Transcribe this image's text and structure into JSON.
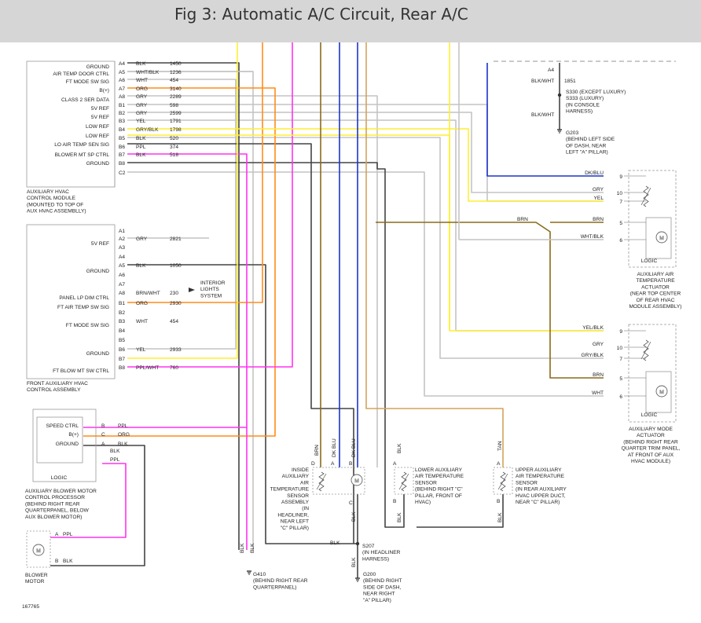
{
  "title": "Fig 3: Automatic A/C Circuit, Rear A/C",
  "figure_number": "167765",
  "colors": {
    "orange": "#ff8c1a",
    "magenta": "#ff33ee",
    "yellow": "#ffee33",
    "blue": "#1a33cc",
    "brown": "#8a6a1a",
    "gray": "#c4c4c4",
    "black": "#444444",
    "tan": "#d2a35a",
    "box": "#999999"
  },
  "modules": {
    "aux_hvac": {
      "caption": [
        "AUXILIARY HVAC",
        "CONTROL MODULE",
        "(MOUNTED TO TOP OF",
        "AUX HVAC ASSEMBLLY)"
      ],
      "labels": [
        "GROUND",
        "AIR TEMP DOOR CTRL",
        "FT MODE SW SIG",
        "B(+)",
        "CLASS 2 SER DATA",
        "5V REF",
        "5V REF",
        "LOW REF",
        "LOW REF",
        "LO AIR TEMP SEN SIG",
        "BLOWER MT SP CTRL",
        "GROUND"
      ],
      "pins": [
        "A4",
        "A5",
        "A6",
        "A7",
        "A8",
        "B1",
        "B2",
        "B3",
        "B4",
        "B5",
        "B6",
        "B7",
        "B8",
        "C2"
      ],
      "colors": [
        "BLK",
        "WHT/BLK",
        "WHT",
        "ORG",
        "GRY",
        "GRY",
        "GRY",
        "YEL",
        "GRY/BLK",
        "BLK",
        "PPL",
        "BLK"
      ],
      "circuits": [
        "1450",
        "1236",
        "454",
        "3140",
        "2289",
        "598",
        "2599",
        "1791",
        "1798",
        "520",
        "374",
        "518"
      ]
    },
    "front_aux": {
      "caption": [
        "FRONT AUXILIARY HVAC",
        "CONTROL ASSEMBLY"
      ],
      "labels": [
        "5V REF",
        "GROUND",
        "PANEL LP DIM CTRL",
        "FT AIR TEMP SW SIG",
        "FT MODE SW SIG",
        "GROUND",
        "FT BLOW MT SW CTRL"
      ],
      "pins": [
        "A1",
        "A2",
        "A3",
        "A4",
        "A5",
        "A6",
        "A7",
        "A8",
        "B1",
        "B2",
        "B3",
        "B4",
        "B5",
        "B6",
        "B7",
        "B8"
      ],
      "colors": [
        "GRY",
        "BLK",
        "BRN/WHT",
        "ORG",
        "WHT",
        "YEL",
        "PPL/WHT"
      ],
      "circuits": [
        "2821",
        "1050",
        "230",
        "2930",
        "454",
        "2933",
        "760"
      ],
      "interior_lights": [
        "INTERIOR",
        "LIGHTS",
        "SYSTEM"
      ]
    },
    "blower_ctrl": {
      "labels": [
        "SPEED CTRL",
        "B(+)",
        "GROUND"
      ],
      "pins": [
        "B",
        "C",
        "A"
      ],
      "colors": [
        "PPL",
        "ORG",
        "BLK"
      ],
      "logic": "LOGIC",
      "caption": [
        "AUXILIARY BLOWER MOTOR",
        "CONTROL PROCESSOR",
        "(BEHIND RIGHT REAR",
        "QUARTERPANEL, BELOW",
        "AUX BLOWER MOTOR)"
      ]
    },
    "blower_motor": {
      "caption": [
        "BLOWER",
        "MOTOR"
      ],
      "pins": [
        "A",
        "B"
      ],
      "colors": [
        "PPL",
        "BLK"
      ],
      "mid_colors": [
        "BLK",
        "PPL"
      ]
    },
    "air_actuator": {
      "pins": [
        "9",
        "10",
        "7",
        "5",
        "6"
      ],
      "colors": [
        "DK/BLU",
        "GRY",
        "YEL",
        "BRN",
        "WHT/BLK"
      ],
      "logic": "LOGIC",
      "caption": [
        "AUXILIARY AIR",
        "TEMPERATURE",
        "ACTUATOR",
        "(NEAR TOP CENTER",
        "OF REAR HVAC",
        "MODULE ASSEMBLY)"
      ]
    },
    "mode_actuator": {
      "pins": [
        "9",
        "10",
        "7",
        "5",
        "6"
      ],
      "colors": [
        "YEL/BLK",
        "GRY",
        "GRY/BLK",
        "BRN",
        "WHT"
      ],
      "logic": "LOGIC",
      "caption": [
        "AUXILIARY MODE",
        "ACTUATOR",
        "(BEHIND RIGHT REAR",
        "QUARTER TRIM PANEL,",
        "AT FRONT OF AUX",
        "HVAC MODULE)"
      ]
    },
    "top_splice": {
      "pin": "A4",
      "wire1": "BLK/WHT",
      "circuit": "1851",
      "wire2": "BLK/WHT",
      "splice_text": [
        "S330  (EXCEPT LUXURY)",
        "S333  (LUXURY)",
        "(IN CONSOLE",
        "HARNESS)"
      ],
      "ground_text": [
        "G203",
        "(BEHIND LEFT SIDE",
        "OF DASH, NEAR",
        "LEFT \"A\" PILLAR)"
      ]
    },
    "brn_label": "BRN",
    "inside_sensor": {
      "caption": [
        "INSIDE",
        "AUXILIARY",
        "AIR",
        "TEMPERATURE",
        "SENSOR",
        "ASSEMBLY",
        "(IN",
        "HEADLINER,",
        "NEAR LEFT",
        "\"C\" PILLAR)"
      ],
      "wire_colors": [
        "BRN",
        "DK BLU",
        "DK BLU"
      ],
      "pins": [
        "D",
        "A",
        "B",
        "C"
      ],
      "bottom_color": "BLK"
    },
    "lower_sensor": {
      "caption": [
        "LOWER AUXILIARY",
        "AIR TEMPERATURE",
        "SENSOR",
        "(BEHIND RIGHT \"C\"",
        "PILLAR, FRONT OF",
        "HVAC)"
      ],
      "top_color": "BLK",
      "bottom_color": "BLK",
      "pins": [
        "A",
        "B"
      ]
    },
    "upper_sensor": {
      "caption": [
        "UPPER AUXILIARY",
        "AIR TEMPERATURE",
        "SENSOR",
        "(IN REAR AUXILIARY",
        "HVAC UPPER DUCT,",
        "NEAR \"C\" PILLAR)"
      ],
      "top_color": "TAN",
      "bottom_color": "BLK",
      "pins": [
        "A",
        "B"
      ]
    },
    "s207": {
      "label": [
        "S207",
        "(IN HEADLINER",
        "HARNESS)"
      ],
      "wire": "BLK",
      "down": "BLK"
    },
    "g410": {
      "label": [
        "G410",
        "(BEHIND RIGHT REAR",
        "QUARTERPANEL)"
      ],
      "wires": [
        "BLK",
        "BLK"
      ]
    },
    "g200": {
      "label": [
        "G200",
        "(BEHIND RIGHT",
        "SIDE OF DASH,",
        "NEAR RIGHT",
        "\"A\" PILLAR)"
      ]
    }
  }
}
